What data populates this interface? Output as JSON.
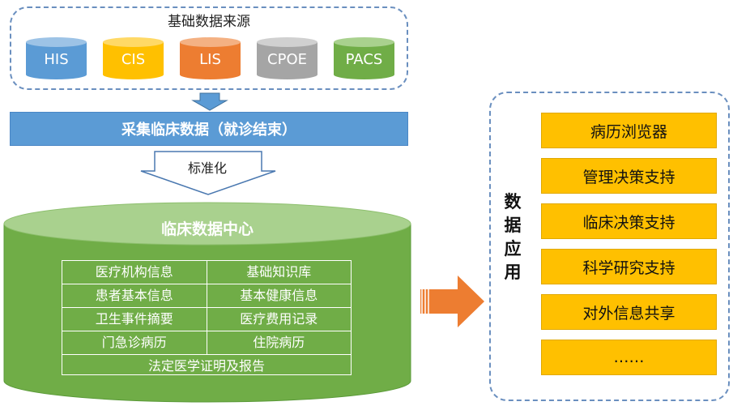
{
  "sources": {
    "title": "基础数据来源",
    "items": [
      {
        "label": "HIS",
        "color": "#5b9bd5",
        "top": "#9dc3e6"
      },
      {
        "label": "CIS",
        "color": "#ffc000",
        "top": "#ffd966"
      },
      {
        "label": "LIS",
        "color": "#ed7d31",
        "top": "#f4b183"
      },
      {
        "label": "CPOE",
        "color": "#a5a5a5",
        "top": "#d0d0d0"
      },
      {
        "label": "PACS",
        "color": "#70ad47",
        "top": "#a9d18e"
      }
    ]
  },
  "collect_bar": {
    "label": "采集临床数据（就诊结束）",
    "color": "#5b9bd5"
  },
  "standardize": {
    "label": "标准化"
  },
  "center": {
    "title": "临床数据中心",
    "color": "#70ad47",
    "top_color": "#a9d18e",
    "table": [
      [
        "医疗机构信息",
        "基础知识库"
      ],
      [
        "患者基本信息",
        "基本健康信息"
      ],
      [
        "卫生事件摘要",
        "医疗费用记录"
      ],
      [
        "门急诊病历",
        "住院病历"
      ],
      [
        "法定医学证明及报告"
      ]
    ]
  },
  "apps": {
    "title": "数据应用",
    "items": [
      "病历浏览器",
      "管理决策支持",
      "临床决策支持",
      "科学研究支持",
      "对外信息共享",
      "……"
    ],
    "color": "#ffc000"
  }
}
